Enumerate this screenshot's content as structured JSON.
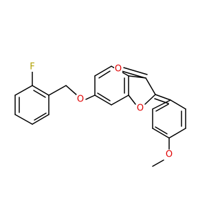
{
  "molecule": {
    "atoms": [
      {
        "id": "o-ketone",
        "symbol": "O",
        "color": "#e00000"
      },
      {
        "id": "o-ring",
        "symbol": "O",
        "color": "#e00000"
      },
      {
        "id": "o-ether",
        "symbol": "O",
        "color": "#e00000"
      },
      {
        "id": "o-methoxy",
        "symbol": "O",
        "color": "#e00000"
      },
      {
        "id": "f-fluoro",
        "symbol": "F",
        "color": "#b0a000"
      }
    ],
    "bond_color": "#000000"
  }
}
